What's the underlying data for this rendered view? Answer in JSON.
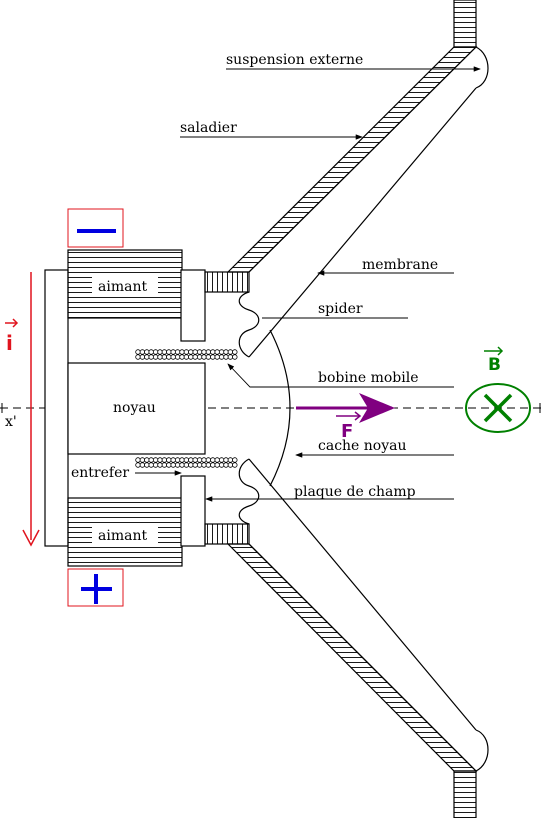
{
  "labels": {
    "suspension": "suspension externe",
    "saladier": "saladier",
    "membrane": "membrane",
    "spider": "spider",
    "bobine": "bobine mobile",
    "cache": "cache noyau",
    "plaque": "plaque de champ",
    "aimant_top": "aimant",
    "aimant_bottom": "aimant",
    "noyau": "noyau",
    "entrefer": "entrefer",
    "axis_left": "x'"
  },
  "vectors": {
    "current": "i",
    "force": "F",
    "field": "B"
  },
  "colors": {
    "current": "#e0141e",
    "force": "#800080",
    "field": "#008000",
    "terminal_minus": "#0000e0",
    "terminal_plus": "#0000e0",
    "terminal_box": "#e0141e"
  }
}
